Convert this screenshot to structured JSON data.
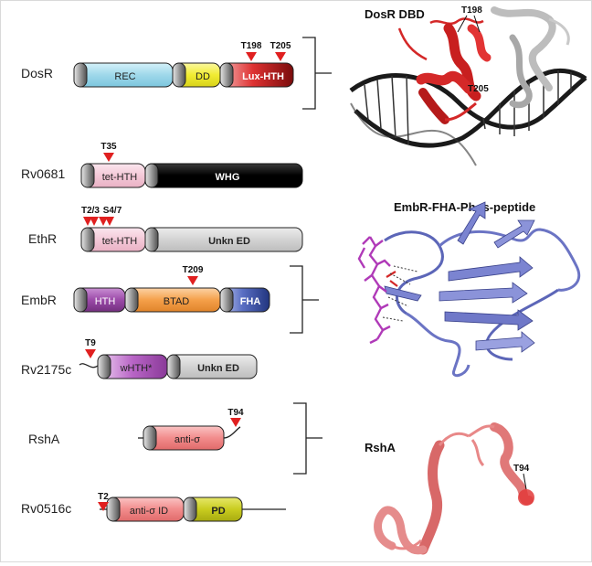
{
  "proteins": {
    "dosr": {
      "name": "DosR",
      "domains": [
        "REC",
        "DD",
        "Lux-HTH"
      ],
      "sites": [
        "T198",
        "T205"
      ]
    },
    "rv0681": {
      "name": "Rv0681",
      "domains": [
        "tet-HTH",
        "WHG"
      ],
      "sites": [
        "T35"
      ]
    },
    "ethr": {
      "name": "EthR",
      "domains": [
        "tet-HTH",
        "Unkn ED"
      ],
      "sites": [
        "T2/3",
        "S4/7"
      ]
    },
    "embr": {
      "name": "EmbR",
      "domains": [
        "HTH",
        "BTAD",
        "FHA"
      ],
      "sites": [
        "T209"
      ]
    },
    "rv2175c": {
      "name": "Rv2175c",
      "domains": [
        "wHTH*",
        "Unkn ED"
      ],
      "sites": [
        "T9"
      ]
    },
    "rsha": {
      "name": "RshA",
      "domains": [
        "anti-σ"
      ],
      "sites": [
        "T94"
      ]
    },
    "rv0516c": {
      "name": "Rv0516c",
      "domains": [
        "anti-σ ID",
        "PD"
      ],
      "sites": [
        "T2"
      ]
    }
  },
  "structures": {
    "dosr_dbd": {
      "title": "DosR DBD",
      "labels": [
        "T198",
        "T205"
      ]
    },
    "embr_fha": {
      "title": "EmbR-FHA-Phos-peptide"
    },
    "rsha": {
      "title": "RshA",
      "labels": [
        "T94"
      ]
    }
  },
  "colors": {
    "rec": "#a8dcec",
    "dd": "#f2ee3a",
    "lux_hth": "#d62a2a",
    "tet_hth": "#f4cbd8",
    "whg": "#000000",
    "unkn_ed": "#d4d4d4",
    "hth_purple": "#9b4aa8",
    "btad": "#f5a04a",
    "fha": "#3a52a8",
    "anti_sigma": "#f28c8c",
    "pd": "#c9cc1f",
    "site_marker": "#e02020",
    "dosr_structure": "#d42828",
    "embr_structure": "#7b84d1",
    "rsha_structure": "#e88888"
  }
}
